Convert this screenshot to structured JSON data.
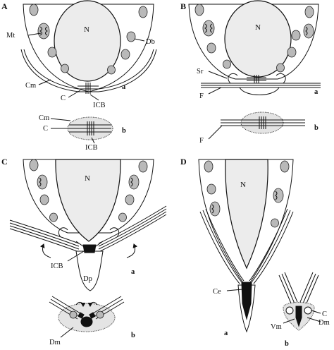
{
  "panels": [
    {
      "id": "A",
      "letter": "A",
      "nucleus": "N",
      "sub_a": "a",
      "sub_b": "b"
    },
    {
      "id": "B",
      "letter": "B",
      "nucleus": "N",
      "sub_a": "a",
      "sub_b": "b"
    },
    {
      "id": "C",
      "letter": "C",
      "nucleus": "N",
      "sub_a": "a",
      "sub_b": "b"
    },
    {
      "id": "D",
      "letter": "D",
      "nucleus": "N",
      "sub_a": "a",
      "sub_b": "b"
    }
  ],
  "labels": {
    "A": {
      "Mt": "Mt",
      "Db": "Db",
      "Cm": "Cm",
      "C": "C",
      "ICB": "ICB",
      "Cm_b": "Cm",
      "C_b": "C",
      "ICB_b": "ICB"
    },
    "B": {
      "Sr": "Sr",
      "F": "F",
      "F_b": "F"
    },
    "C": {
      "ICB": "ICB",
      "Dp": "Dp",
      "Dm": "Dm"
    },
    "D": {
      "Ce": "Ce",
      "C": "C",
      "Vm": "Vm",
      "Dm": "Dm"
    }
  },
  "icons": [
    "nucleus",
    "mitochondrion",
    "dense-body",
    "flagellum",
    "arrow"
  ],
  "colors": {
    "stroke": "#111111",
    "nucleus_fill": "#ececec",
    "granule_fill": "#b9b9b9"
  }
}
